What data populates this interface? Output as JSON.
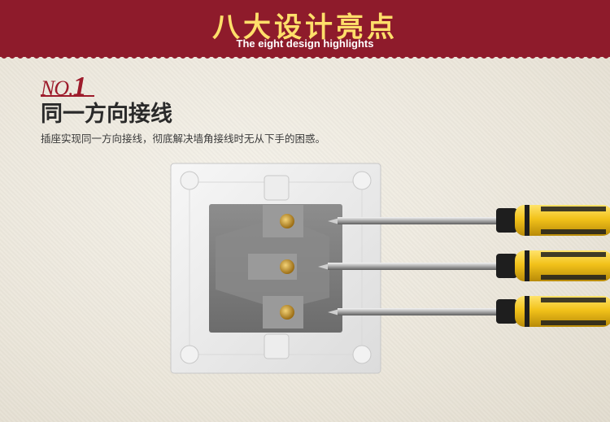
{
  "banner": {
    "title": "八大设计亮点",
    "subtitle": "The eight design highlights",
    "color": "#8e1b2b",
    "title_color": "#ffdf6a"
  },
  "feature": {
    "number_prefix": "NO.",
    "number": "1",
    "heading": "同一方向接线",
    "description": "插座实现同一方向接线，彻底解决墙角接线时无从下手的困惑。"
  },
  "illustration": {
    "subject": "wall-socket-with-screwdrivers",
    "screwdriver_count": 3,
    "handle_color": "#f2c21a"
  }
}
